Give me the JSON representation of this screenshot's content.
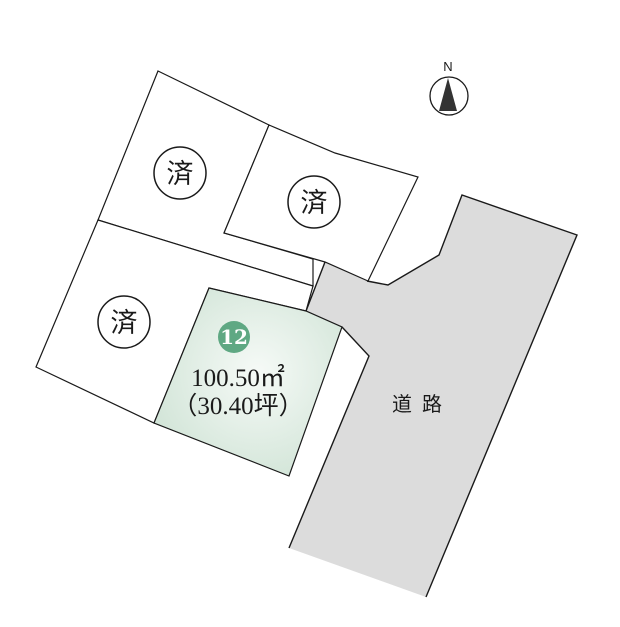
{
  "map": {
    "road": {
      "label": "道路",
      "color": "#dcdcdc"
    },
    "north_arrow": {
      "label": "N",
      "icon": "north-arrow-icon"
    },
    "lots": [
      {
        "id": "lot-top-left",
        "status": "sold",
        "status_label": "済"
      },
      {
        "id": "lot-top-right",
        "status": "sold",
        "status_label": "済"
      },
      {
        "id": "lot-bottom-left",
        "status": "sold",
        "status_label": "済"
      },
      {
        "id": "lot-12",
        "status": "available",
        "number": "12",
        "area_sqm": "100.50㎡",
        "area_tsubo": "（30.40坪）",
        "badge_color": "#5fa883",
        "fill_color": "#dcebe0"
      }
    ]
  }
}
